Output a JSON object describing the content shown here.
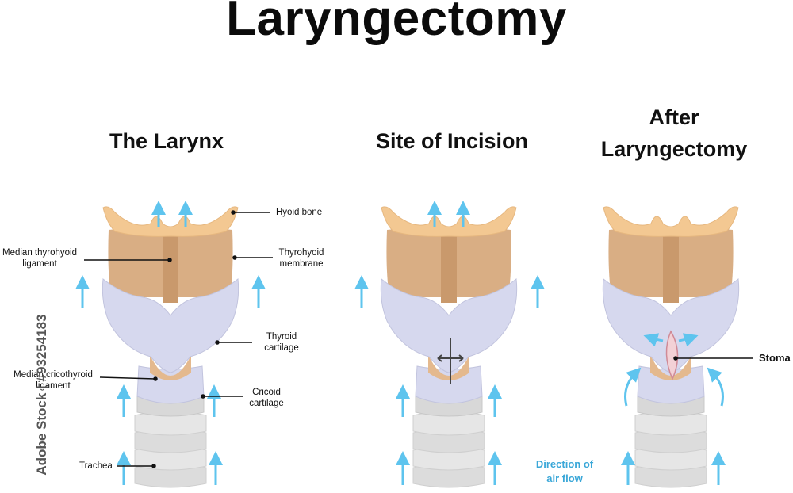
{
  "title": "Laryngectomy",
  "panels": [
    {
      "title": "The Larynx"
    },
    {
      "title": "Site of Incision"
    },
    {
      "title_line1": "After",
      "title_line2": "Laryngectomy"
    }
  ],
  "labels": {
    "hyoid_bone": "Hyoid bone",
    "median_thyrohyoid_1": "Median thyrohyoid",
    "median_thyrohyoid_2": "ligament",
    "thyrohyoid_membrane_1": "Thyrohyoid",
    "thyrohyoid_membrane_2": "membrane",
    "thyroid_cartilage_1": "Thyroid",
    "thyroid_cartilage_2": "cartilage",
    "median_cricothyroid_1": "Median cricothyroid",
    "median_cricothyroid_2": "ligament",
    "cricoid_cartilage_1": "Cricoid",
    "cricoid_cartilage_2": "cartilage",
    "trachea": "Trachea",
    "stoma": "Stoma"
  },
  "legend": {
    "line1": "Direction of",
    "line2": "air flow"
  },
  "watermark": "Adobe Stock | #93254183",
  "colors": {
    "hyoid": "#f3c892",
    "thyroid_membrane": "#d9ae84",
    "ligament_strip": "#c9996c",
    "cartilage": "#d6d8ee",
    "trachea": "#e4e4e4",
    "arrow": "#5ec4ee",
    "stoma": "#f3d1d6",
    "text": "#111111"
  }
}
